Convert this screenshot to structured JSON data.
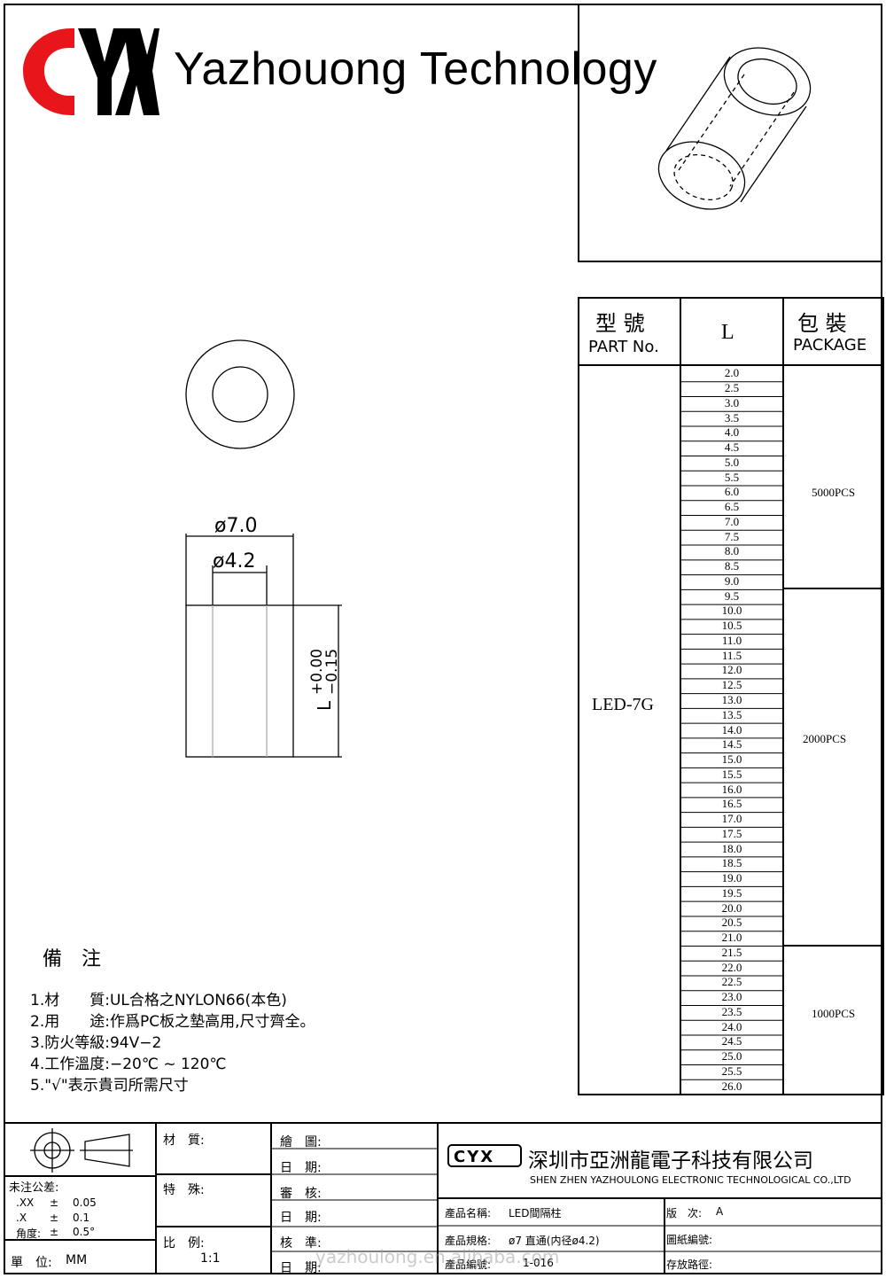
{
  "header": {
    "logo_text": "CYX",
    "company_name": "Yazhouong Technology"
  },
  "drawing": {
    "dim_outer": "ø7.0",
    "dim_inner": "ø4.2",
    "dim_length_top": "L",
    "dim_tol_plus": "+0.00",
    "dim_tol_minus": "−0.15"
  },
  "part_table": {
    "col_part_cn": "型 號",
    "col_part_en": "PART No.",
    "col_l": "L",
    "col_pkg_cn": "包 裝",
    "col_pkg_en": "PACKAGE",
    "part_no": "LED-7G",
    "lengths": [
      "2.0",
      "2.5",
      "3.0",
      "3.5",
      "4.0",
      "4.5",
      "5.0",
      "5.5",
      "6.0",
      "6.5",
      "7.0",
      "7.5",
      "8.0",
      "8.5",
      "9.0",
      "9.5",
      "10.0",
      "10.5",
      "11.0",
      "11.5",
      "12.0",
      "12.5",
      "13.0",
      "13.5",
      "14.0",
      "14.5",
      "15.0",
      "15.5",
      "16.0",
      "16.5",
      "17.0",
      "17.5",
      "18.0",
      "18.5",
      "19.0",
      "19.5",
      "20.0",
      "20.5",
      "21.0",
      "21.5",
      "22.0",
      "22.5",
      "23.0",
      "23.5",
      "24.0",
      "24.5",
      "25.0",
      "25.5",
      "26.0"
    ],
    "packages": [
      {
        "label": "5000PCS"
      },
      {
        "label": "2000PCS"
      },
      {
        "label": "1000PCS"
      }
    ]
  },
  "notes": {
    "title": "備　注",
    "items": [
      "1.材　　質:UL合格之NYLON66(本色)",
      "2.用　　途:作爲PC板之墊高用,尺寸齊全。",
      "3.防火等級:94V−2",
      "4.工作溫度:−20℃ ~ 120℃",
      "5.\"√\"表示貴司所需尺寸"
    ]
  },
  "title_block": {
    "tolerance_title": "未注公差:",
    "tol_xx": ".XX",
    "tol_xx_val": "0.05",
    "tol_x": ".X",
    "tol_x_val": "0.1",
    "tol_angle": "角度:",
    "tol_angle_val": "0.5°",
    "pm": "±",
    "unit_label": "單　位:",
    "unit_value": "MM",
    "material_label": "材　質:",
    "special_label": "特　殊:",
    "scale_label": "比　例:",
    "scale_value": "1:1",
    "drawn_label": "繪　圖:",
    "date_label": "日　期:",
    "review_label": "審　核:",
    "approve_label": "核　準:",
    "company_cn": "深圳市亞洲龍電子科技有限公司",
    "company_en": "SHEN ZHEN YAZHOULONG ELECTRONIC TECHNOLOGICAL CO.,LTD",
    "product_name_label": "產品名稱:",
    "product_name_value": "LED間隔柱",
    "product_spec_label": "產品規格:",
    "product_spec_value": "ø7 直通(内径ø4.2)",
    "product_code_label": "產品編號:",
    "product_code_value": "1-016",
    "version_label": "版　次:",
    "version_value": "A",
    "drawing_no_label": "圖紙編號:",
    "storage_label": "存放路徑:",
    "watermark": "yazhoulong.en.alibaba.com"
  }
}
